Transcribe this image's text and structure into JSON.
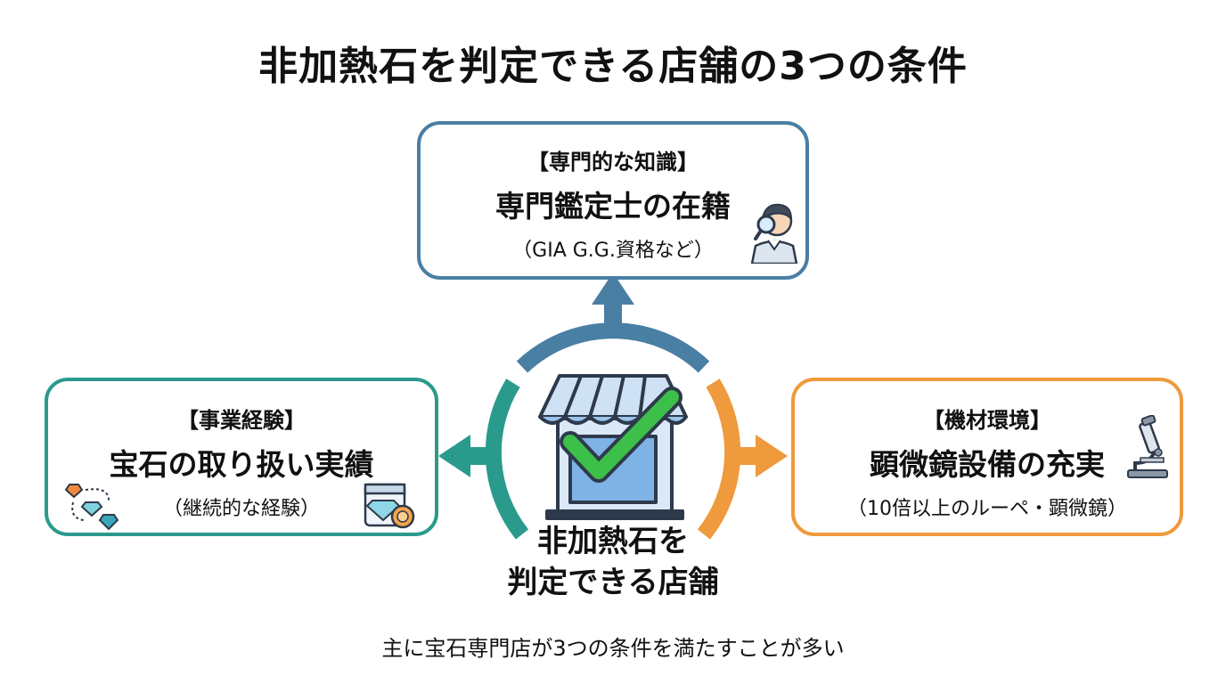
{
  "title": "非加熱石を判定できる店舗の3つの条件",
  "center": {
    "line1": "非加熱石を",
    "line2": "判定できる店舗"
  },
  "conditions": [
    {
      "category": "【専門的な知識】",
      "heading": "専門鑑定士の在籍",
      "note": "（GIA G.G.資格など）",
      "color": "#4a7fa4",
      "icon": "appraiser-with-loupe"
    },
    {
      "category": "【事業経験】",
      "heading": "宝石の取り扱い実績",
      "note": "（継続的な経験）",
      "color": "#2a9a8c",
      "icon": "gem-exchange"
    },
    {
      "category": "【機材環境】",
      "heading": "顕微鏡設備の充実",
      "note": "（10倍以上のルーペ・顕微鏡）",
      "color": "#ef9a3c",
      "icon": "microscope"
    }
  ],
  "caption": "主に宝石専門店が3つの条件を満たすことが多い",
  "colors": {
    "check": "#3cc04a",
    "store_blue": "#7fb3e6"
  }
}
